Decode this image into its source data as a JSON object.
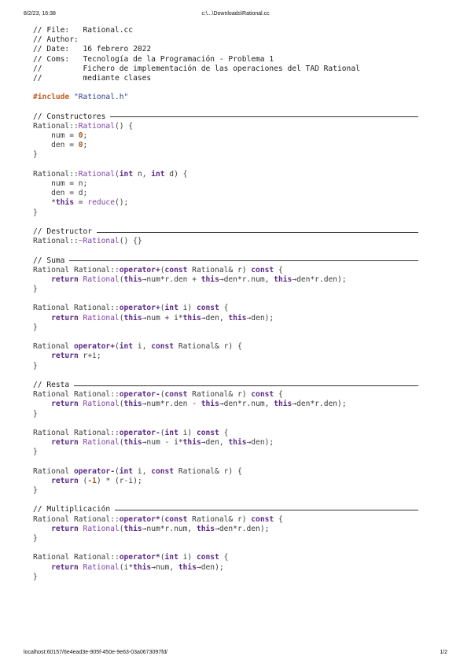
{
  "print_header": {
    "datetime": "8/2/23, 16:38",
    "path": "c:\\...\\Downloads\\Rational.cc"
  },
  "print_footer": {
    "url": "localhost:60157/6e4ead3e-905f-450e-9e63-03a0673097fd/",
    "page": "1/2"
  },
  "colors": {
    "keyword": "#5b2a86",
    "function": "#7c3fa6",
    "number": "#a3561f",
    "preprocessor": "#c05a22",
    "string": "#2f3d8f"
  },
  "code": [
    {
      "kind": "line",
      "tokens": [
        {
          "c": "cm",
          "t": "// File:   Rational.cc"
        }
      ]
    },
    {
      "kind": "line",
      "tokens": [
        {
          "c": "cm",
          "t": "// Author:"
        }
      ]
    },
    {
      "kind": "line",
      "tokens": [
        {
          "c": "cm",
          "t": "// Date:   16 febrero 2022"
        }
      ]
    },
    {
      "kind": "line",
      "tokens": [
        {
          "c": "cm",
          "t": "// Coms:   Tecnología de la Programación - Problema 1"
        }
      ]
    },
    {
      "kind": "line",
      "tokens": [
        {
          "c": "cm",
          "t": "//         Fichero de implementación de las operaciones del TAD Rational"
        }
      ]
    },
    {
      "kind": "line",
      "tokens": [
        {
          "c": "cm",
          "t": "//         mediante clases"
        }
      ]
    },
    {
      "kind": "blank"
    },
    {
      "kind": "line",
      "tokens": [
        {
          "c": "pp",
          "t": "#include"
        },
        {
          "c": "",
          "t": " "
        },
        {
          "c": "str",
          "t": "\"Rational.h\""
        }
      ]
    },
    {
      "kind": "blank"
    },
    {
      "kind": "section",
      "label": "// Constructores"
    },
    {
      "kind": "line",
      "tokens": [
        {
          "c": "",
          "t": "Rational::"
        },
        {
          "c": "fn",
          "t": "Rational"
        },
        {
          "c": "",
          "t": "() {"
        }
      ]
    },
    {
      "kind": "line",
      "tokens": [
        {
          "c": "",
          "t": "    num = "
        },
        {
          "c": "num",
          "t": "0"
        },
        {
          "c": "",
          "t": ";"
        }
      ]
    },
    {
      "kind": "line",
      "tokens": [
        {
          "c": "",
          "t": "    den = "
        },
        {
          "c": "num",
          "t": "0"
        },
        {
          "c": "",
          "t": ";"
        }
      ]
    },
    {
      "kind": "line",
      "tokens": [
        {
          "c": "",
          "t": "}"
        }
      ]
    },
    {
      "kind": "blank"
    },
    {
      "kind": "line",
      "tokens": [
        {
          "c": "",
          "t": "Rational::"
        },
        {
          "c": "fn",
          "t": "Rational"
        },
        {
          "c": "",
          "t": "("
        },
        {
          "c": "kw",
          "t": "int"
        },
        {
          "c": "",
          "t": " n, "
        },
        {
          "c": "kw",
          "t": "int"
        },
        {
          "c": "",
          "t": " d) {"
        }
      ]
    },
    {
      "kind": "line",
      "tokens": [
        {
          "c": "",
          "t": "    num = n;"
        }
      ]
    },
    {
      "kind": "line",
      "tokens": [
        {
          "c": "",
          "t": "    den = d;"
        }
      ]
    },
    {
      "kind": "line",
      "tokens": [
        {
          "c": "",
          "t": "    *"
        },
        {
          "c": "kw",
          "t": "this"
        },
        {
          "c": "",
          "t": " = "
        },
        {
          "c": "fn",
          "t": "reduce"
        },
        {
          "c": "",
          "t": "();"
        }
      ]
    },
    {
      "kind": "line",
      "tokens": [
        {
          "c": "",
          "t": "}"
        }
      ]
    },
    {
      "kind": "blank"
    },
    {
      "kind": "section",
      "label": "// Destructor"
    },
    {
      "kind": "line",
      "tokens": [
        {
          "c": "",
          "t": "Rational::"
        },
        {
          "c": "fn",
          "t": "~Rational"
        },
        {
          "c": "",
          "t": "() {}"
        }
      ]
    },
    {
      "kind": "blank"
    },
    {
      "kind": "section",
      "label": "// Suma"
    },
    {
      "kind": "line",
      "tokens": [
        {
          "c": "",
          "t": "Rational Rational::"
        },
        {
          "c": "kw",
          "t": "operator+"
        },
        {
          "c": "",
          "t": "("
        },
        {
          "c": "kw",
          "t": "const"
        },
        {
          "c": "",
          "t": " Rational& r) "
        },
        {
          "c": "kw",
          "t": "const"
        },
        {
          "c": "",
          "t": " {"
        }
      ]
    },
    {
      "kind": "line",
      "tokens": [
        {
          "c": "",
          "t": "    "
        },
        {
          "c": "kw",
          "t": "return"
        },
        {
          "c": "",
          "t": " "
        },
        {
          "c": "fn",
          "t": "Rational"
        },
        {
          "c": "",
          "t": "("
        },
        {
          "c": "kw",
          "t": "this"
        },
        {
          "c": "",
          "t": "→num*r.den + "
        },
        {
          "c": "kw",
          "t": "this"
        },
        {
          "c": "",
          "t": "→den*r.num, "
        },
        {
          "c": "kw",
          "t": "this"
        },
        {
          "c": "",
          "t": "→den*r.den);"
        }
      ]
    },
    {
      "kind": "line",
      "tokens": [
        {
          "c": "",
          "t": "}"
        }
      ]
    },
    {
      "kind": "blank"
    },
    {
      "kind": "line",
      "tokens": [
        {
          "c": "",
          "t": "Rational Rational::"
        },
        {
          "c": "kw",
          "t": "operator+"
        },
        {
          "c": "",
          "t": "("
        },
        {
          "c": "kw",
          "t": "int"
        },
        {
          "c": "",
          "t": " i) "
        },
        {
          "c": "kw",
          "t": "const"
        },
        {
          "c": "",
          "t": " {"
        }
      ]
    },
    {
      "kind": "line",
      "tokens": [
        {
          "c": "",
          "t": "    "
        },
        {
          "c": "kw",
          "t": "return"
        },
        {
          "c": "",
          "t": " "
        },
        {
          "c": "fn",
          "t": "Rational"
        },
        {
          "c": "",
          "t": "("
        },
        {
          "c": "kw",
          "t": "this"
        },
        {
          "c": "",
          "t": "→num + i*"
        },
        {
          "c": "kw",
          "t": "this"
        },
        {
          "c": "",
          "t": "→den, "
        },
        {
          "c": "kw",
          "t": "this"
        },
        {
          "c": "",
          "t": "→den);"
        }
      ]
    },
    {
      "kind": "line",
      "tokens": [
        {
          "c": "",
          "t": "}"
        }
      ]
    },
    {
      "kind": "blank"
    },
    {
      "kind": "line",
      "tokens": [
        {
          "c": "",
          "t": "Rational "
        },
        {
          "c": "kw",
          "t": "operator+"
        },
        {
          "c": "",
          "t": "("
        },
        {
          "c": "kw",
          "t": "int"
        },
        {
          "c": "",
          "t": " i, "
        },
        {
          "c": "kw",
          "t": "const"
        },
        {
          "c": "",
          "t": " Rational& r) {"
        }
      ]
    },
    {
      "kind": "line",
      "tokens": [
        {
          "c": "",
          "t": "    "
        },
        {
          "c": "kw",
          "t": "return"
        },
        {
          "c": "",
          "t": " r+i;"
        }
      ]
    },
    {
      "kind": "line",
      "tokens": [
        {
          "c": "",
          "t": "}"
        }
      ]
    },
    {
      "kind": "blank"
    },
    {
      "kind": "section",
      "label": "// Resta"
    },
    {
      "kind": "line",
      "tokens": [
        {
          "c": "",
          "t": "Rational Rational::"
        },
        {
          "c": "kw",
          "t": "operator-"
        },
        {
          "c": "",
          "t": "("
        },
        {
          "c": "kw",
          "t": "const"
        },
        {
          "c": "",
          "t": " Rational& r) "
        },
        {
          "c": "kw",
          "t": "const"
        },
        {
          "c": "",
          "t": " {"
        }
      ]
    },
    {
      "kind": "line",
      "tokens": [
        {
          "c": "",
          "t": "    "
        },
        {
          "c": "kw",
          "t": "return"
        },
        {
          "c": "",
          "t": " "
        },
        {
          "c": "fn",
          "t": "Rational"
        },
        {
          "c": "",
          "t": "("
        },
        {
          "c": "kw",
          "t": "this"
        },
        {
          "c": "",
          "t": "→num*r.den - "
        },
        {
          "c": "kw",
          "t": "this"
        },
        {
          "c": "",
          "t": "→den*r.num, "
        },
        {
          "c": "kw",
          "t": "this"
        },
        {
          "c": "",
          "t": "→den*r.den);"
        }
      ]
    },
    {
      "kind": "line",
      "tokens": [
        {
          "c": "",
          "t": "}"
        }
      ]
    },
    {
      "kind": "blank"
    },
    {
      "kind": "line",
      "tokens": [
        {
          "c": "",
          "t": "Rational Rational::"
        },
        {
          "c": "kw",
          "t": "operator-"
        },
        {
          "c": "",
          "t": "("
        },
        {
          "c": "kw",
          "t": "int"
        },
        {
          "c": "",
          "t": " i) "
        },
        {
          "c": "kw",
          "t": "const"
        },
        {
          "c": "",
          "t": " {"
        }
      ]
    },
    {
      "kind": "line",
      "tokens": [
        {
          "c": "",
          "t": "    "
        },
        {
          "c": "kw",
          "t": "return"
        },
        {
          "c": "",
          "t": " "
        },
        {
          "c": "fn",
          "t": "Rational"
        },
        {
          "c": "",
          "t": "("
        },
        {
          "c": "kw",
          "t": "this"
        },
        {
          "c": "",
          "t": "→num - i*"
        },
        {
          "c": "kw",
          "t": "this"
        },
        {
          "c": "",
          "t": "→den, "
        },
        {
          "c": "kw",
          "t": "this"
        },
        {
          "c": "",
          "t": "→den);"
        }
      ]
    },
    {
      "kind": "line",
      "tokens": [
        {
          "c": "",
          "t": "}"
        }
      ]
    },
    {
      "kind": "blank"
    },
    {
      "kind": "line",
      "tokens": [
        {
          "c": "",
          "t": "Rational "
        },
        {
          "c": "kw",
          "t": "operator-"
        },
        {
          "c": "",
          "t": "("
        },
        {
          "c": "kw",
          "t": "int"
        },
        {
          "c": "",
          "t": " i, "
        },
        {
          "c": "kw",
          "t": "const"
        },
        {
          "c": "",
          "t": " Rational& r) {"
        }
      ]
    },
    {
      "kind": "line",
      "tokens": [
        {
          "c": "",
          "t": "    "
        },
        {
          "c": "kw",
          "t": "return"
        },
        {
          "c": "",
          "t": " ("
        },
        {
          "c": "num",
          "t": "-1"
        },
        {
          "c": "",
          "t": ") * (r-i);"
        }
      ]
    },
    {
      "kind": "line",
      "tokens": [
        {
          "c": "",
          "t": "}"
        }
      ]
    },
    {
      "kind": "blank"
    },
    {
      "kind": "section",
      "label": "// Multiplicación"
    },
    {
      "kind": "line",
      "tokens": [
        {
          "c": "",
          "t": "Rational Rational::"
        },
        {
          "c": "kw",
          "t": "operator*"
        },
        {
          "c": "",
          "t": "("
        },
        {
          "c": "kw",
          "t": "const"
        },
        {
          "c": "",
          "t": " Rational& r) "
        },
        {
          "c": "kw",
          "t": "const"
        },
        {
          "c": "",
          "t": " {"
        }
      ]
    },
    {
      "kind": "line",
      "tokens": [
        {
          "c": "",
          "t": "    "
        },
        {
          "c": "kw",
          "t": "return"
        },
        {
          "c": "",
          "t": " "
        },
        {
          "c": "fn",
          "t": "Rational"
        },
        {
          "c": "",
          "t": "("
        },
        {
          "c": "kw",
          "t": "this"
        },
        {
          "c": "",
          "t": "→num*r.num, "
        },
        {
          "c": "kw",
          "t": "this"
        },
        {
          "c": "",
          "t": "→den*r.den);"
        }
      ]
    },
    {
      "kind": "line",
      "tokens": [
        {
          "c": "",
          "t": "}"
        }
      ]
    },
    {
      "kind": "blank"
    },
    {
      "kind": "line",
      "tokens": [
        {
          "c": "",
          "t": "Rational Rational::"
        },
        {
          "c": "kw",
          "t": "operator*"
        },
        {
          "c": "",
          "t": "("
        },
        {
          "c": "kw",
          "t": "int"
        },
        {
          "c": "",
          "t": " i) "
        },
        {
          "c": "kw",
          "t": "const"
        },
        {
          "c": "",
          "t": " {"
        }
      ]
    },
    {
      "kind": "line",
      "tokens": [
        {
          "c": "",
          "t": "    "
        },
        {
          "c": "kw",
          "t": "return"
        },
        {
          "c": "",
          "t": " "
        },
        {
          "c": "fn",
          "t": "Rational"
        },
        {
          "c": "",
          "t": "(i*"
        },
        {
          "c": "kw",
          "t": "this"
        },
        {
          "c": "",
          "t": "→num, "
        },
        {
          "c": "kw",
          "t": "this"
        },
        {
          "c": "",
          "t": "→den);"
        }
      ]
    },
    {
      "kind": "line",
      "tokens": [
        {
          "c": "",
          "t": "}"
        }
      ]
    }
  ]
}
